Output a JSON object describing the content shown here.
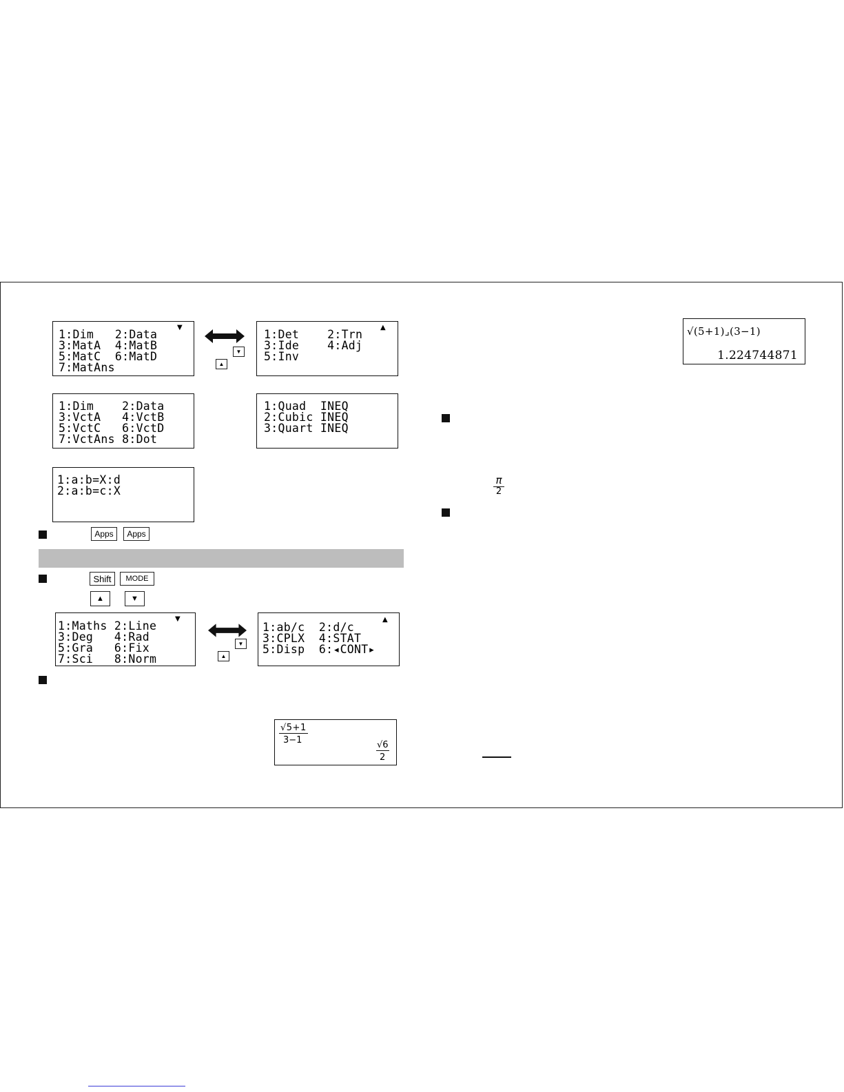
{
  "matrix_menu": {
    "page1": [
      "1:Dim   2:Data",
      "3:MatA  4:MatB",
      "5:MatC  6:MatD",
      "7:MatAns"
    ],
    "page2": [
      "1:Det    2:Trn",
      "3:Ide    4:Adj",
      "5:Inv"
    ]
  },
  "vector_menu": [
    "1:Dim    2:Data",
    "3:VctA   4:VctB",
    "5:VctC   6:VctD",
    "7:VctAns 8:Dot"
  ],
  "ineq_menu": [
    "1:Quad  INEQ",
    "2:Cubic INEQ",
    "3:Quart INEQ"
  ],
  "ratio_menu": [
    "1:a:b=X:d",
    "2:a:b=c:X"
  ],
  "keys": {
    "apps1": "Apps",
    "apps2": "Apps",
    "shift": "Shift",
    "mode": "MODE",
    "up": "▲",
    "down": "▼"
  },
  "setup_menu": {
    "page1": [
      "1:Maths 2:Line",
      "3:Deg   4:Rad",
      "5:Gra   6:Fix",
      "7:Sci   8:Norm"
    ],
    "page2": [
      "1:ab/c  2:d/c",
      "3:CPLX  4:STAT",
      "5:Disp  6:◂CONT▸"
    ]
  },
  "maths_display": {
    "numerator": "√5+1",
    "denominator": "3−1",
    "result_num": "√6",
    "result_den": "2"
  },
  "line_display": {
    "expression": "√(5+1)⌟(3−1)",
    "result": "1.224744871"
  },
  "pi_fraction": {
    "num": "π",
    "den": "2"
  }
}
